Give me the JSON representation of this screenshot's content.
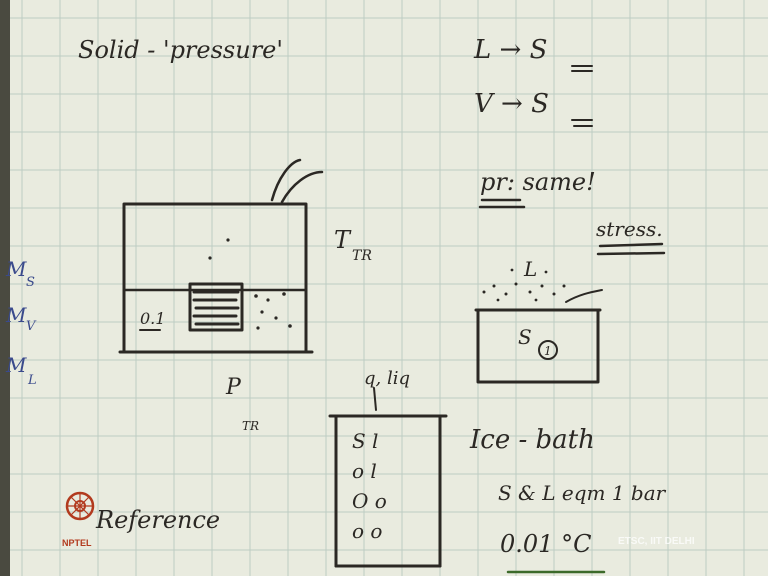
{
  "notes": {
    "title": "Solid - 'pressure'",
    "arrow_1": "L → S",
    "arrow_2": "V → S",
    "pr_same": "pr: same!",
    "stress": "stress.",
    "t_tr": "T",
    "t_tr_sub": "TR",
    "p_tr": "P",
    "p_tr_sub": "TR",
    "m_s": "M",
    "m_s_sub": "S",
    "m_v": "M",
    "m_v_sub": "V",
    "m_l": "M",
    "m_l_sub": "L",
    "box_label": "0.1",
    "l_label": "L",
    "s_label": "S",
    "s_circle": "1",
    "q_liq": "q, liq",
    "ice_bath": "Ice - bath",
    "s_l_eqm": "S & L eqm 1 bar",
    "temp": "0.01 °C",
    "reference": "Reference",
    "bath_marks": [
      "S  l",
      "o  l",
      "O  o",
      "o  o"
    ]
  },
  "branding": {
    "logo": "NPTEL",
    "watermark": "ETSC, IIT DELHI"
  }
}
